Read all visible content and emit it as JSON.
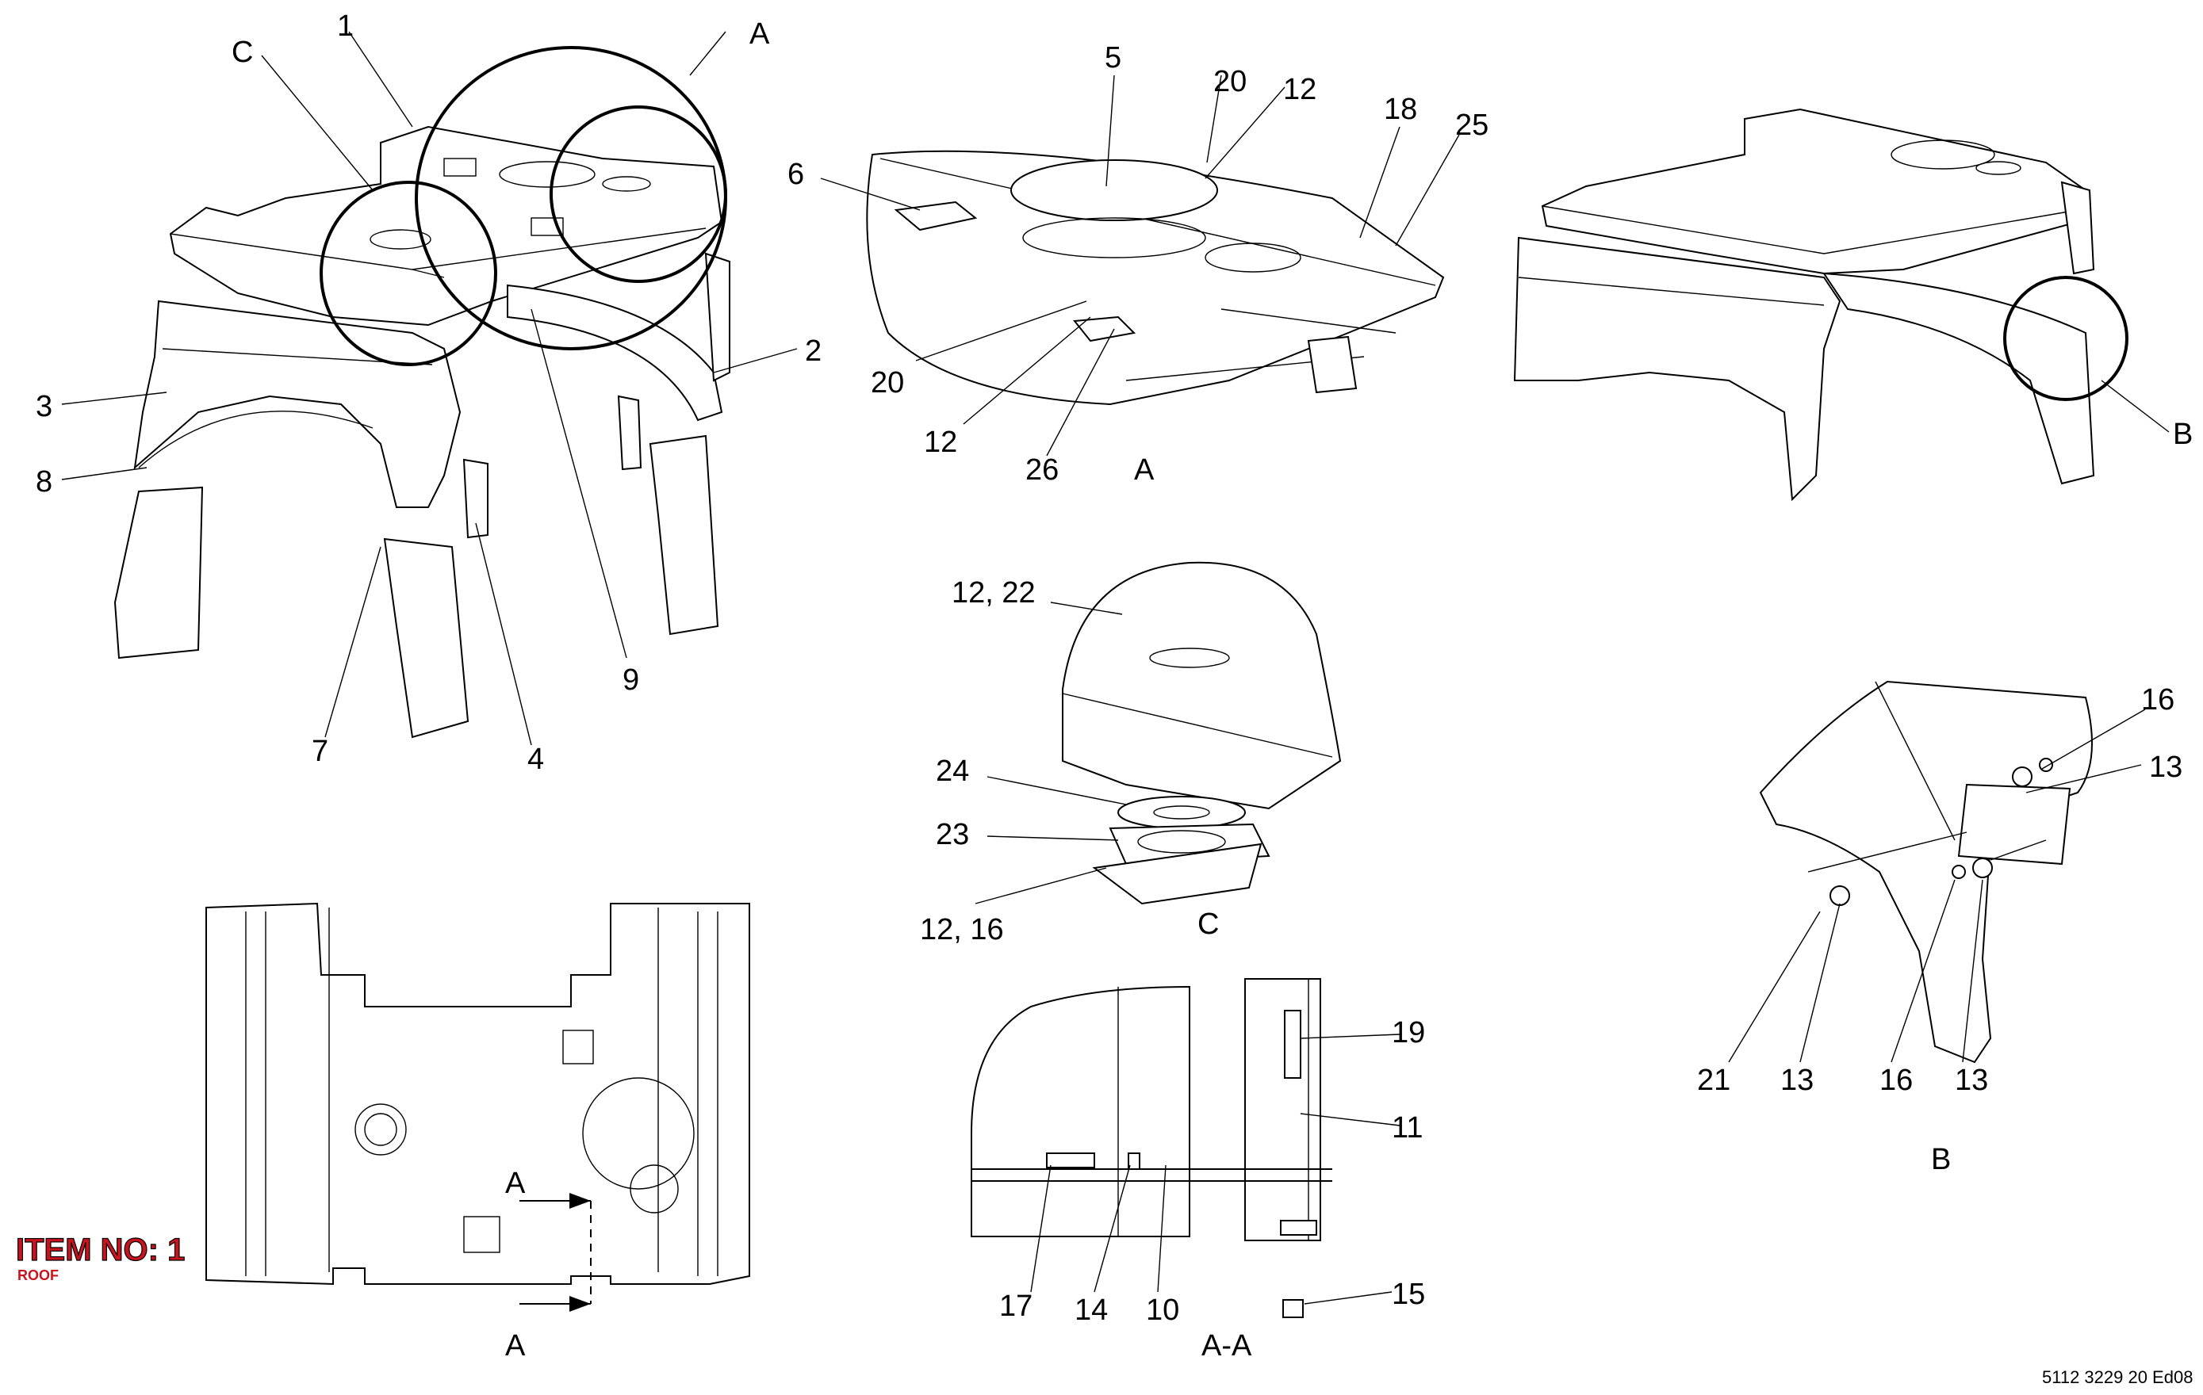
{
  "callouts": {
    "c1": "1",
    "cC": "C",
    "cA": "A",
    "c2": "2",
    "c3": "3",
    "c8": "8",
    "c7": "7",
    "c4": "4",
    "c9": "9",
    "d5": "5",
    "d20a": "20",
    "d12a": "12",
    "d18": "18",
    "d25": "25",
    "d6": "6",
    "d20b": "20",
    "d12b": "12",
    "d26": "26",
    "eB": "B",
    "f1222": "12, 22",
    "f24": "24",
    "f23": "23",
    "f1216": "12, 16",
    "g19": "19",
    "g11": "11",
    "g17": "17",
    "g14": "14",
    "g10": "10",
    "g15": "15",
    "h16a": "16",
    "h13a": "13",
    "h21": "21",
    "h13b": "13",
    "h16b": "16",
    "h13c": "13"
  },
  "view_labels": {
    "detail_a": "A",
    "detail_c": "C",
    "section_aa": "A-A",
    "detail_b": "B",
    "section_arrow_top": "A",
    "section_arrow_bottom": "A"
  },
  "item": {
    "title": "ITEM NO: 1",
    "subtitle": "ROOF"
  },
  "document_number": "5112 3229 20 Ed08"
}
